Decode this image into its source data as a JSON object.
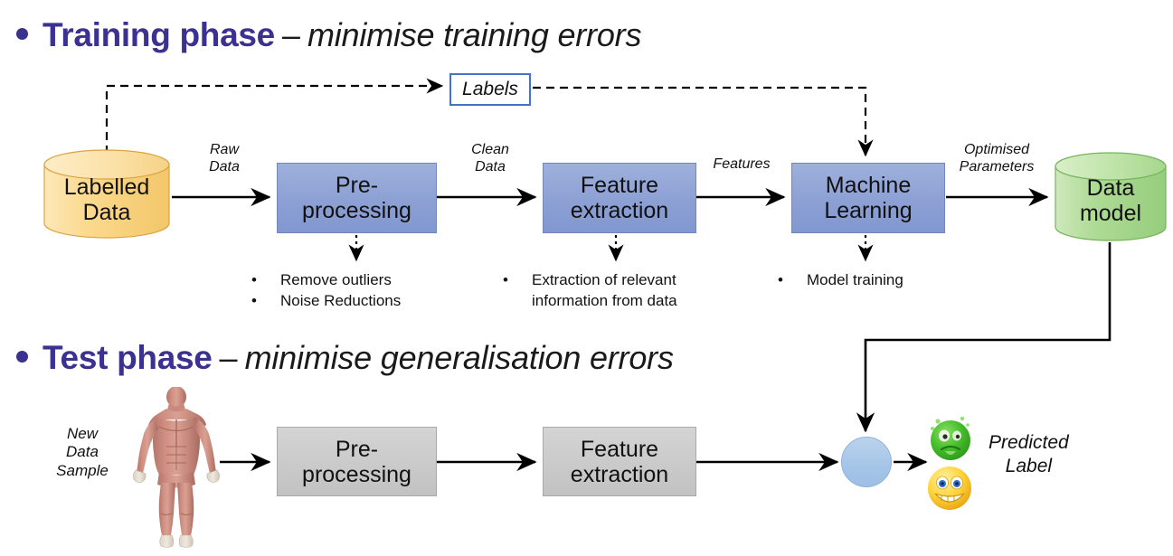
{
  "headings": {
    "training": {
      "strong": "Training phase",
      "dash": "–",
      "em": "minimise training errors"
    },
    "test": {
      "strong": "Test phase",
      "dash": "–",
      "em": "minimise generalisation errors"
    }
  },
  "colors": {
    "heading_purple": "#3B3191",
    "box_blue": "#8CA0D4",
    "box_gray": "#C9C9C9",
    "cylinder_yellow": "#FBD88A",
    "cylinder_green": "#A6D78E",
    "labels_border": "#4472C4",
    "node_blue": "#A6C6E8"
  },
  "training_phase": {
    "labels_box": "Labels",
    "source_store": {
      "label": "Labelled\nData",
      "name": "labelled-data-cylinder"
    },
    "output_store": {
      "label": "Data\nmodel",
      "name": "data-model-cylinder"
    },
    "stages": [
      {
        "id": "pre-processing",
        "label": "Pre-\nprocessing"
      },
      {
        "id": "feature-extraction",
        "label": "Feature\nextraction"
      },
      {
        "id": "machine-learning",
        "label": "Machine\nLearning"
      }
    ],
    "edge_labels": [
      {
        "id": "raw-data",
        "text": "Raw\nData"
      },
      {
        "id": "clean-data",
        "text": "Clean\nData"
      },
      {
        "id": "features",
        "text": "Features"
      },
      {
        "id": "optimised-parameters",
        "text": "Optimised\nParameters"
      }
    ],
    "annotations": [
      {
        "id": "pre-processing-notes",
        "items": [
          "Remove outliers",
          "Noise Reductions"
        ]
      },
      {
        "id": "feature-extraction-notes",
        "items": [
          "Extraction of relevant\ninformation from data"
        ]
      },
      {
        "id": "machine-learning-notes",
        "items": [
          "Model training"
        ]
      }
    ]
  },
  "test_phase": {
    "input_label": "New\nData\nSample",
    "stages": [
      {
        "id": "pre-processing",
        "label": "Pre-\nprocessing"
      },
      {
        "id": "feature-extraction",
        "label": "Feature\nextraction"
      }
    ],
    "prediction_node": "",
    "predicted_label": "Predicted\nLabel",
    "result_icons": [
      {
        "id": "sick-green-face-icon",
        "meaning": "green sick face"
      },
      {
        "id": "happy-yellow-face-icon",
        "meaning": "yellow grinning face"
      }
    ]
  }
}
